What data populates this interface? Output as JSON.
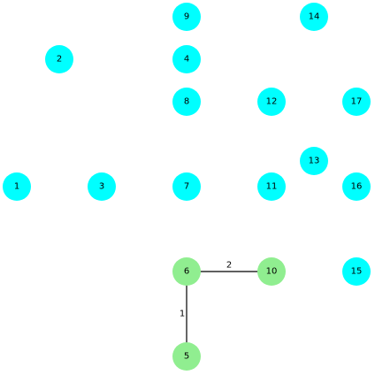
{
  "graph": {
    "nodes": [
      {
        "id": "1",
        "label": "1",
        "color": "#00ffff"
      },
      {
        "id": "2",
        "label": "2",
        "color": "#00ffff"
      },
      {
        "id": "3",
        "label": "3",
        "color": "#00ffff"
      },
      {
        "id": "4",
        "label": "4",
        "color": "#00ffff"
      },
      {
        "id": "5",
        "label": "5",
        "color": "#90ee90"
      },
      {
        "id": "6",
        "label": "6",
        "color": "#90ee90"
      },
      {
        "id": "7",
        "label": "7",
        "color": "#00ffff"
      },
      {
        "id": "8",
        "label": "8",
        "color": "#00ffff"
      },
      {
        "id": "9",
        "label": "9",
        "color": "#00ffff"
      },
      {
        "id": "10",
        "label": "10",
        "color": "#90ee90"
      },
      {
        "id": "11",
        "label": "11",
        "color": "#00ffff"
      },
      {
        "id": "12",
        "label": "12",
        "color": "#00ffff"
      },
      {
        "id": "13",
        "label": "13",
        "color": "#00ffff"
      },
      {
        "id": "14",
        "label": "14",
        "color": "#00ffff"
      },
      {
        "id": "15",
        "label": "15",
        "color": "#00ffff"
      },
      {
        "id": "16",
        "label": "16",
        "color": "#00ffff"
      },
      {
        "id": "17",
        "label": "17",
        "color": "#00ffff"
      }
    ],
    "edges": [
      {
        "source": "6",
        "target": "10",
        "label": "2"
      },
      {
        "source": "6",
        "target": "5",
        "label": "1"
      }
    ]
  }
}
